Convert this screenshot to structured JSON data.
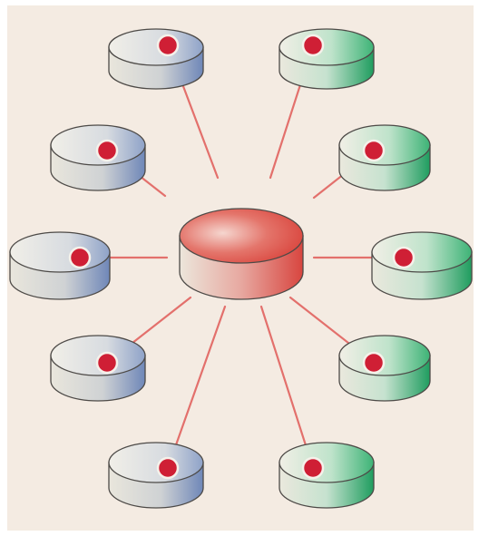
{
  "diagram": {
    "type": "hub-and-spoke network",
    "hub": {
      "color_top": "#d8453f",
      "color_side": "#d8453f"
    },
    "left_nodes": {
      "count": 5,
      "tint": "#6f87b8"
    },
    "right_nodes": {
      "count": 5,
      "tint": "#2aa86a"
    },
    "link_color": "#e3706c",
    "dot_color": "#cf1f35",
    "background": "#f4ebe2"
  }
}
